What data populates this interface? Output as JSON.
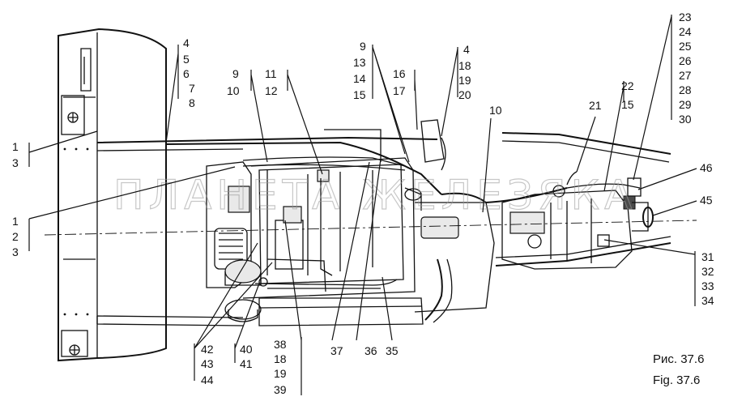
{
  "caption": {
    "ru": "Рис. 37.6",
    "en": "Fig. 37.6"
  },
  "watermark": "ПЛАНЕТА ЖЕЛЕЗЯКА",
  "callouts": [
    {
      "id": "c1",
      "labels": [
        "1",
        "3"
      ]
    },
    {
      "id": "c2",
      "labels": [
        "4",
        "5",
        "6",
        "7",
        "8"
      ]
    },
    {
      "id": "c3",
      "labels": [
        "1",
        "2",
        "3"
      ]
    },
    {
      "id": "c4",
      "labels": [
        "9",
        "10"
      ]
    },
    {
      "id": "c5",
      "labels": [
        "11",
        "12"
      ]
    },
    {
      "id": "c6",
      "labels": [
        "9",
        "13",
        "14",
        "15"
      ]
    },
    {
      "id": "c7",
      "labels": [
        "16",
        "17"
      ]
    },
    {
      "id": "c8",
      "labels": [
        "4",
        "18",
        "19",
        "20"
      ]
    },
    {
      "id": "c9",
      "labels": [
        "10"
      ]
    },
    {
      "id": "c10",
      "labels": [
        "21"
      ]
    },
    {
      "id": "c11",
      "labels": [
        "22",
        "15"
      ]
    },
    {
      "id": "c12",
      "labels": [
        "23",
        "24",
        "25",
        "26",
        "27",
        "28",
        "29",
        "30"
      ]
    },
    {
      "id": "c13",
      "labels": [
        "46"
      ]
    },
    {
      "id": "c14",
      "labels": [
        "45"
      ]
    },
    {
      "id": "c15",
      "labels": [
        "31",
        "32",
        "33",
        "34"
      ]
    },
    {
      "id": "c16",
      "labels": [
        "35"
      ]
    },
    {
      "id": "c17",
      "labels": [
        "36"
      ]
    },
    {
      "id": "c18",
      "labels": [
        "37"
      ]
    },
    {
      "id": "c19",
      "labels": [
        "38",
        "18",
        "19",
        "39"
      ]
    },
    {
      "id": "c20",
      "labels": [
        "40",
        "41"
      ]
    },
    {
      "id": "c21",
      "labels": [
        "42",
        "43",
        "44"
      ]
    }
  ]
}
